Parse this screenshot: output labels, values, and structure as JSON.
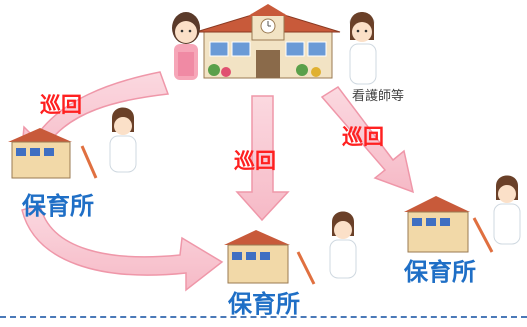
{
  "labels": {
    "nurse_caption": "看護師等",
    "patrol": [
      "巡回",
      "巡回",
      "巡回"
    ],
    "nursery": [
      "保育所",
      "保育所",
      "保育所"
    ]
  },
  "colors": {
    "arrow_fill": "#f8c4cf",
    "arrow_stroke": "#ee8fa2",
    "patrol_text": "#ff2020",
    "nursery_text": "#1f6fc6",
    "dashed_line": "#4a79b8"
  },
  "icons": {
    "school": "central-school-building-icon",
    "teacher": "teacher-icon",
    "nurse": "nurse-icon",
    "nursery": "nursery-building-icon"
  }
}
